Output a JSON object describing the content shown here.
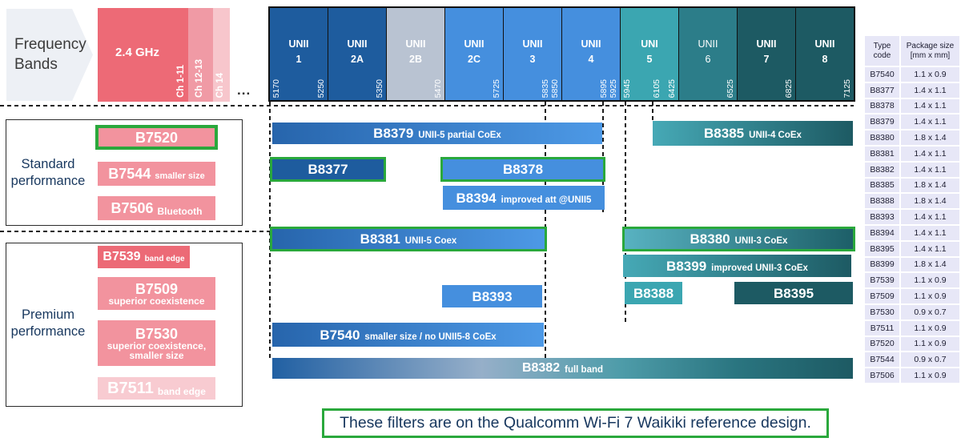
{
  "colors": {
    "accent_green": "#2AA83C",
    "navy_text": "#17375E",
    "red_main": "#ED6A76",
    "pink": "#F2939E",
    "pink_light": "#F8CBD1",
    "blue_dark": "#1E5C9E",
    "blue_medium": "#458FDE",
    "gray_band": "#B9C3D2",
    "teal_light": "#3BA6B1",
    "teal_mid": "#2C7D89",
    "teal_dark": "#1D5A63",
    "table_bg": "#E7E7F7"
  },
  "header": {
    "frequency_bands_line1": "Frequency",
    "frequency_bands_line2": "Bands",
    "band24_label": "2.4 GHz",
    "band24_ch1": "Ch 1-11",
    "band24_ch2": "Ch 12-13",
    "band24_ch3": "Ch 14",
    "ellipsis": "..."
  },
  "unii_bands": [
    {
      "name": "UNII",
      "num": "1",
      "fl": "5170",
      "fr1": "5250"
    },
    {
      "name": "UNII",
      "num": "2A",
      "fr1": "5350"
    },
    {
      "name": "UNII",
      "num": "2B",
      "fr1": "5470"
    },
    {
      "name": "UNII",
      "num": "2C",
      "fr1": "5725"
    },
    {
      "name": "UNII",
      "num": "3",
      "fr2": "5835",
      "fr1": "5850"
    },
    {
      "name": "UNII",
      "num": "4",
      "fr2": "5895",
      "fr1": "5925"
    },
    {
      "name": "UNI",
      "num": "5",
      "fl": "5945",
      "fm": "6105",
      "fr1": "6425"
    },
    {
      "name": "UNII",
      "num": "6",
      "fr1": "6525"
    },
    {
      "name": "UNII",
      "num": "7",
      "fr1": "6825"
    },
    {
      "name": "UNII",
      "num": "8",
      "fr1": "7125"
    }
  ],
  "groups": {
    "standard_l1": "Standard",
    "standard_l2": "performance",
    "premium_l1": "Premium",
    "premium_l2": "performance",
    "standard_filters": [
      {
        "code": "B7520",
        "note": ""
      },
      {
        "code": "B7544",
        "note": "smaller size"
      },
      {
        "code": "B7506",
        "note": "Bluetooth"
      }
    ],
    "premium_filters": [
      {
        "code": "B7539",
        "note": "band edge"
      },
      {
        "code": "B7509",
        "note": "superior coexistence"
      },
      {
        "code": "B7530",
        "note": "superior coexistence,",
        "note2": "smaller size"
      },
      {
        "code": "B7511",
        "note": "band edge"
      }
    ]
  },
  "bars": [
    {
      "code": "B8379",
      "note": "UNII-5 partial CoEx"
    },
    {
      "code": "B8385",
      "note": "UNII-4 CoEx"
    },
    {
      "code": "B8377",
      "note": ""
    },
    {
      "code": "B8378",
      "note": ""
    },
    {
      "code": "B8394",
      "note": "improved att @UNII5"
    },
    {
      "code": "B8381",
      "note": "UNII-5 Coex"
    },
    {
      "code": "B8380",
      "note": "UNII-3 CoEx"
    },
    {
      "code": "B8399",
      "note": "improved UNII-3 CoEx"
    },
    {
      "code": "B8393",
      "note": ""
    },
    {
      "code": "B8388",
      "note": ""
    },
    {
      "code": "B8395",
      "note": ""
    },
    {
      "code": "B7540",
      "note": "smaller size / no UNII5-8 CoEx"
    },
    {
      "code": "B8382",
      "note": "full band"
    }
  ],
  "table": {
    "h1a": "Type",
    "h1b": "code",
    "h2a": "Package size",
    "h2b": "[mm x mm]",
    "rows": [
      [
        "B7540",
        "1.1 x 0.9"
      ],
      [
        "B8377",
        "1.4 x 1.1"
      ],
      [
        "B8378",
        "1.4 x 1.1"
      ],
      [
        "B8379",
        "1.4 x 1.1"
      ],
      [
        "B8380",
        "1.8 x 1.4"
      ],
      [
        "B8381",
        "1.4 x 1.1"
      ],
      [
        "B8382",
        "1.4 x 1.1"
      ],
      [
        "B8385",
        "1.8 x 1.4"
      ],
      [
        "B8388",
        "1.8 x 1.4"
      ],
      [
        "B8393",
        "1.4 x 1.1"
      ],
      [
        "B8394",
        "1.4 x 1.1"
      ],
      [
        "B8395",
        "1.4 x 1.1"
      ],
      [
        "B8399",
        "1.8 x 1.4"
      ],
      [
        "B7539",
        "1.1 x 0.9"
      ],
      [
        "B7509",
        "1.1 x 0.9"
      ],
      [
        "B7530",
        "0.9 x 0.7"
      ],
      [
        "B7511",
        "1.1 x 0.9"
      ],
      [
        "B7520",
        "1.1 x 0.9"
      ],
      [
        "B7544",
        "0.9 x 0.7"
      ],
      [
        "B7506",
        "1.1 x 0.9"
      ]
    ]
  },
  "footer": {
    "message": "These filters are on the Qualcomm Wi-Fi 7 Waikiki reference design."
  }
}
